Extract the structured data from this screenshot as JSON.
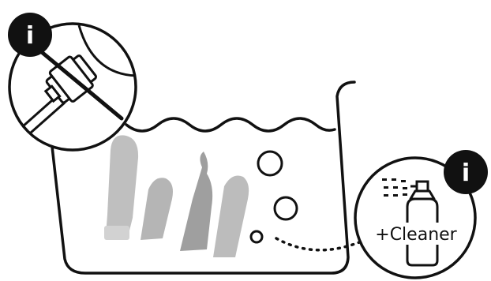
{
  "badges": {
    "left_info": "i",
    "right_info": "i"
  },
  "cleaner": {
    "label": "+Cleaner"
  },
  "colors": {
    "ink": "#111111",
    "background": "#ffffff",
    "device_gray": "#9a9a9a",
    "device_light": "#c4c4c4"
  },
  "icons": [
    "info-icon",
    "cable-plug-icon",
    "spray-bottle-icon"
  ]
}
